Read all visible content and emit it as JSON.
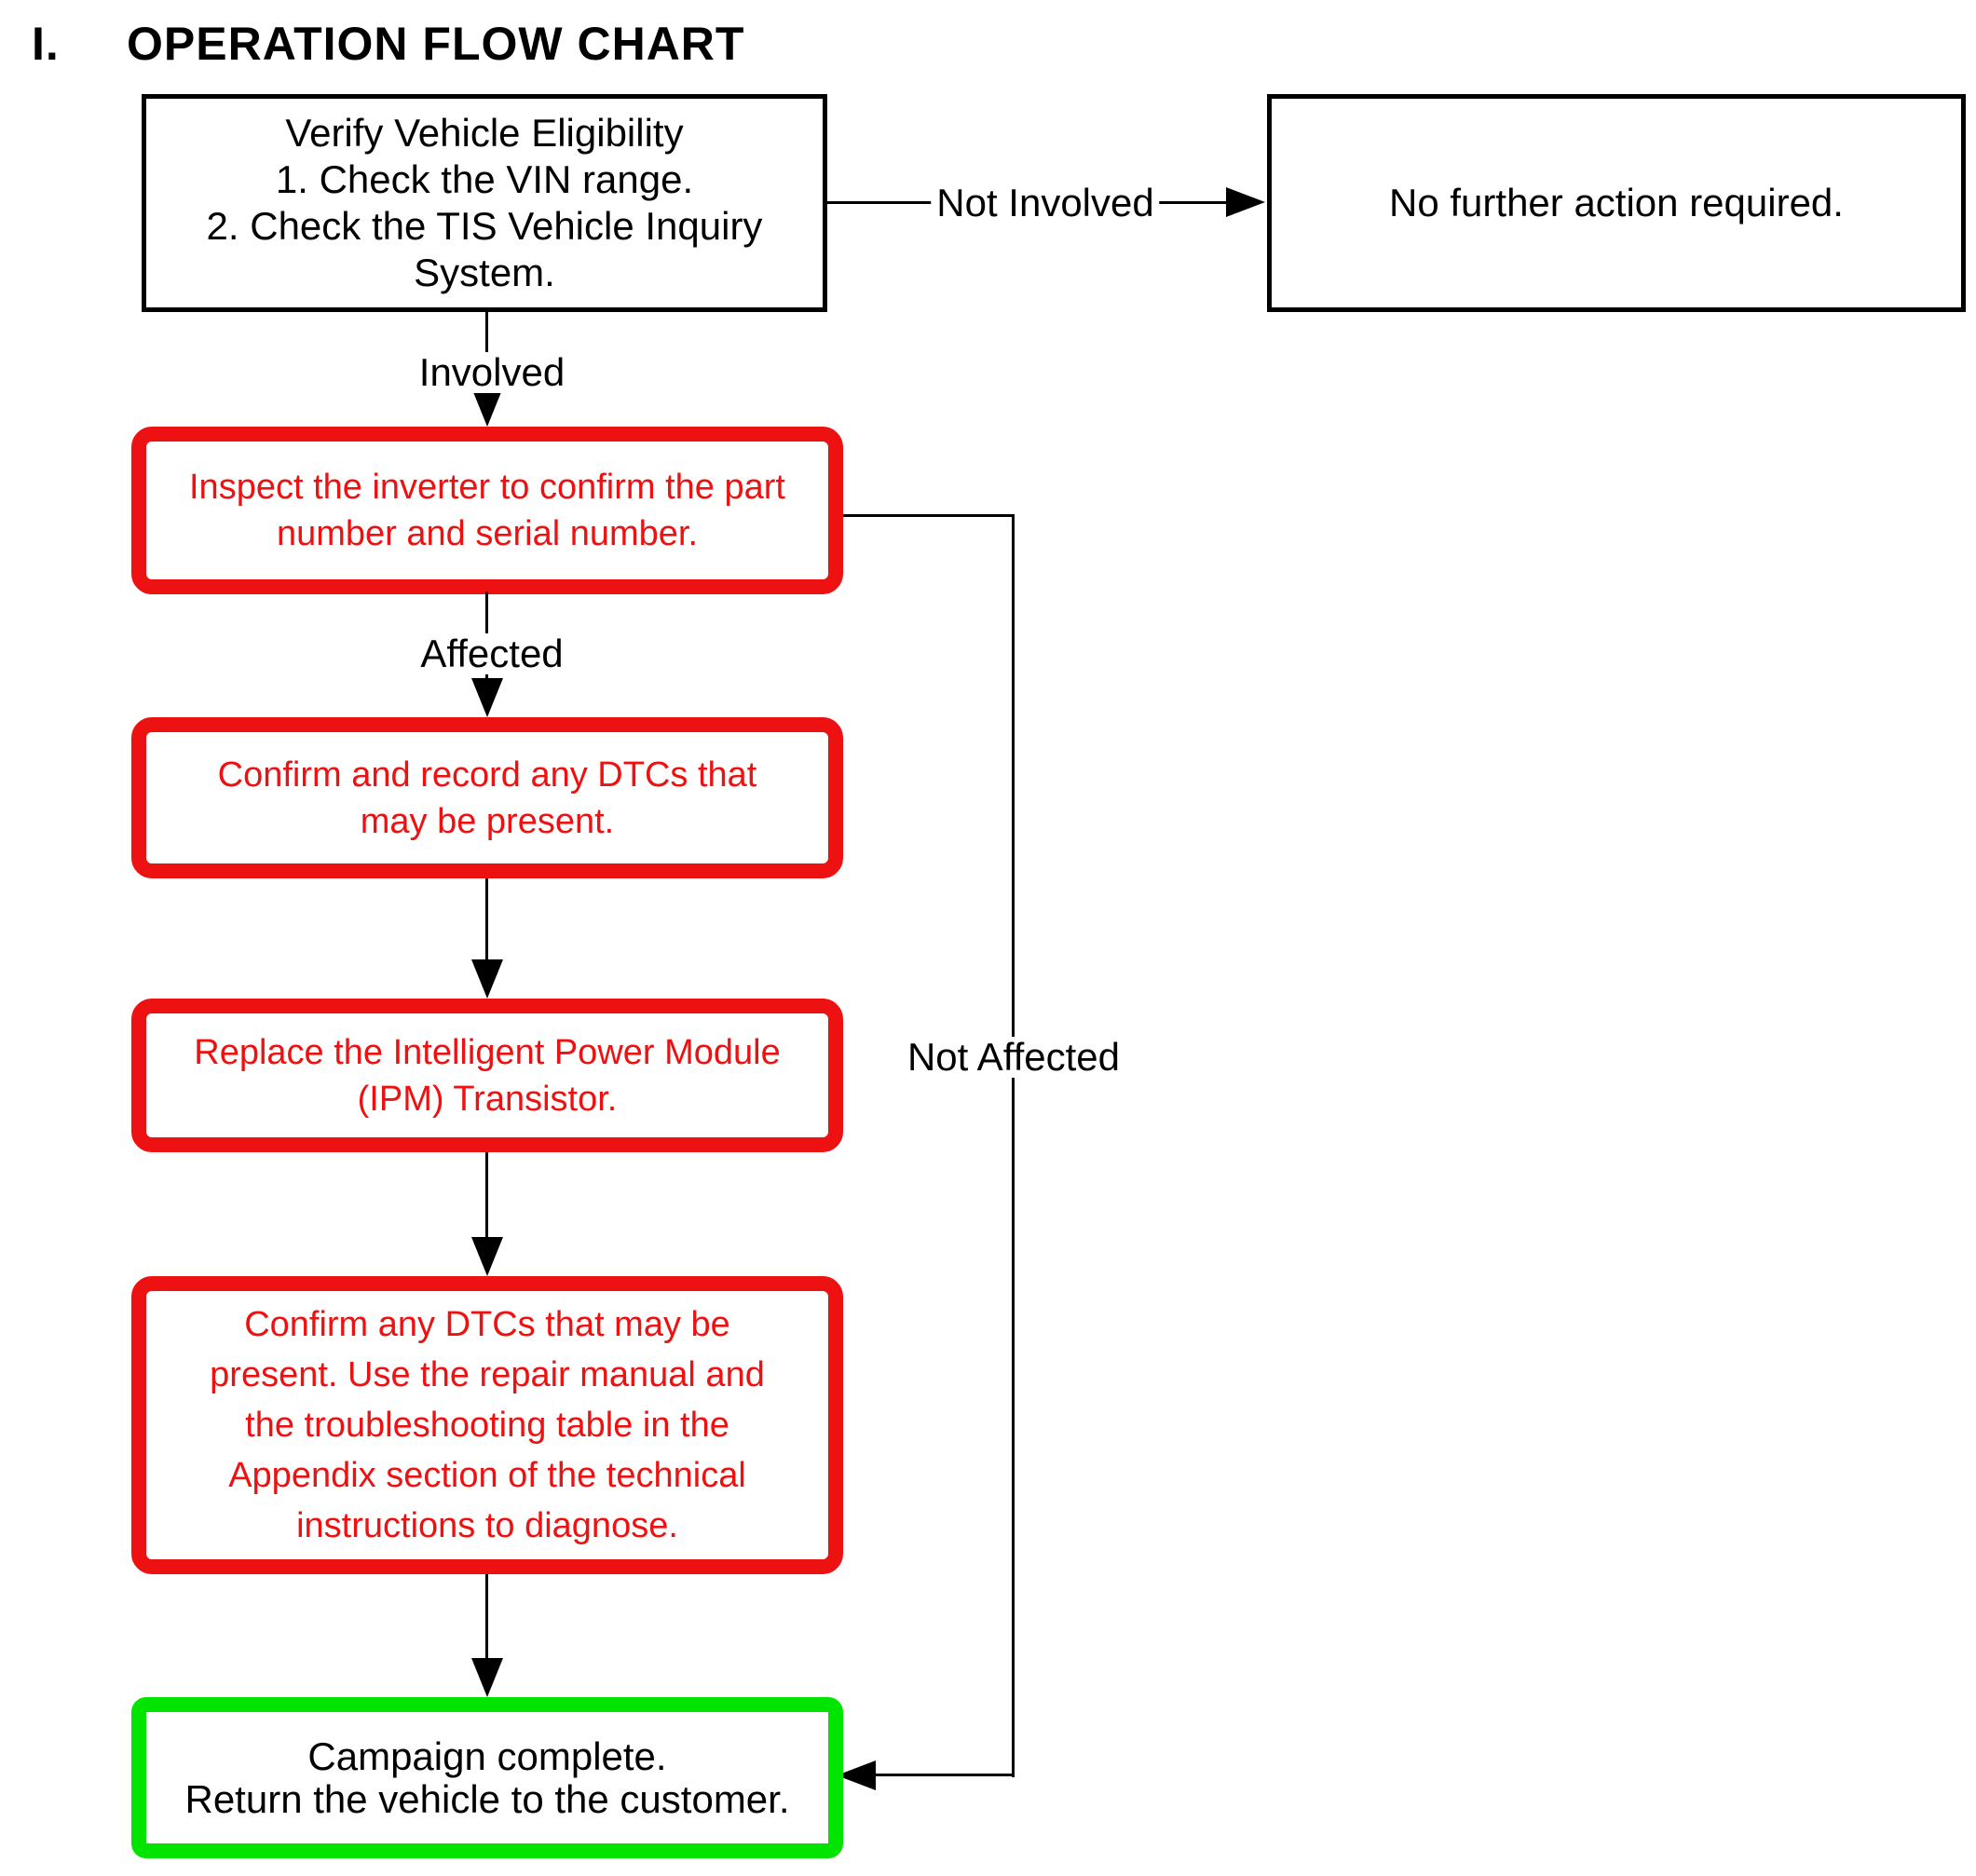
{
  "title": {
    "numeral": "I.",
    "text": "OPERATION FLOW CHART"
  },
  "colors": {
    "box_red": "#ee1111",
    "box_green": "#00e400",
    "line_black": "#000000"
  },
  "flow": {
    "verify": {
      "lines": [
        "Verify Vehicle Eligibility",
        "1. Check the VIN range.",
        "2. Check the TIS Vehicle Inquiry",
        "System."
      ]
    },
    "no_action": {
      "text": "No further action required."
    },
    "inspect": {
      "lines": [
        "Inspect the inverter to confirm the part",
        "number and serial number."
      ]
    },
    "confirm_record": {
      "lines": [
        "Confirm and record any DTCs that",
        "may be present."
      ]
    },
    "replace_ipm": {
      "lines": [
        "Replace the Intelligent Power Module",
        "(IPM) Transistor."
      ]
    },
    "confirm_diagnose": {
      "lines": [
        "Confirm any DTCs that may be",
        "present. Use the repair manual and",
        "the troubleshooting table in the",
        "Appendix section of the technical",
        "instructions to diagnose."
      ]
    },
    "campaign_complete": {
      "lines": [
        "Campaign complete.",
        "Return the vehicle to the customer."
      ]
    }
  },
  "edge_labels": {
    "not_involved": "Not Involved",
    "involved": "Involved",
    "affected": "Affected",
    "not_affected": "Not Affected"
  }
}
